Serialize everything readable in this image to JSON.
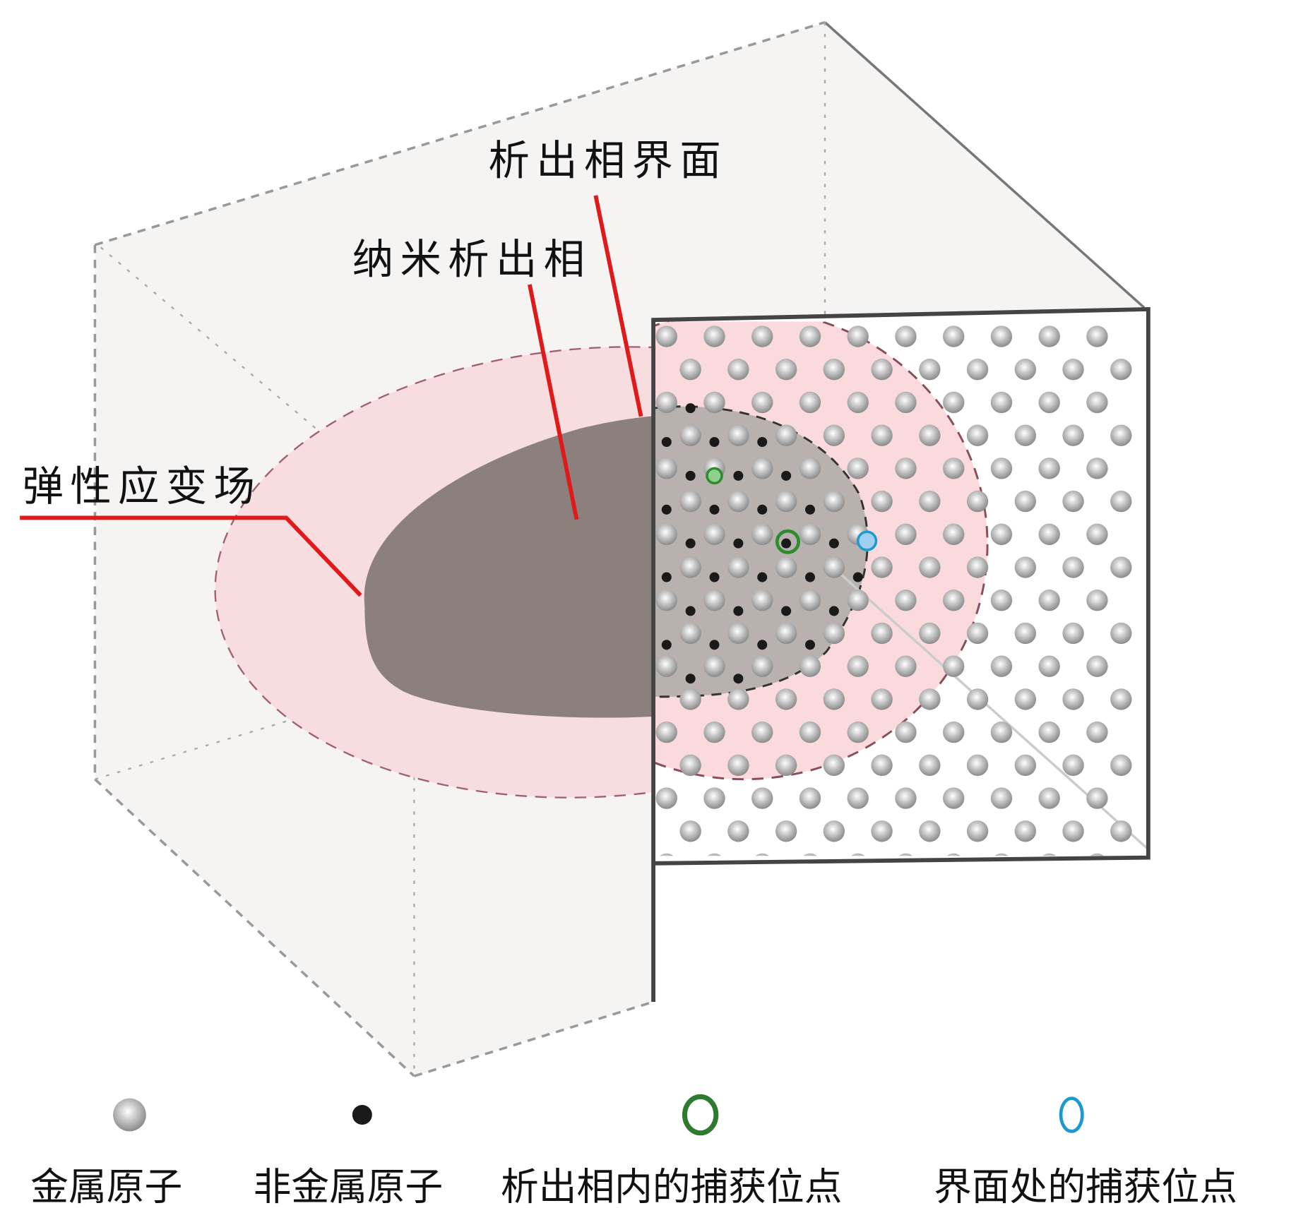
{
  "labels": {
    "interface": "析出相界面",
    "nano_precipitate": "纳米析出相",
    "strain_field": "弹性应变场"
  },
  "legend": [
    {
      "icon": "metal-atom-icon",
      "label": "金属原子",
      "color": "#9a9a9a"
    },
    {
      "icon": "nonmetal-atom-icon",
      "label": "非金属原子",
      "color": "#1a1a1a"
    },
    {
      "icon": "internal-trap-site-icon",
      "label": "析出相内的捕获位点",
      "color": "#2e8b2e"
    },
    {
      "icon": "interface-trap-site-icon",
      "label": "界面处的捕获位点",
      "color": "#1a9ad0"
    }
  ],
  "colors": {
    "leader_line": "#e01a1a",
    "strain_field": "#f7d7dc",
    "precipitate": "#8c807d",
    "precipitate_section": "#b8b1ae",
    "box_edge": "#444444"
  }
}
